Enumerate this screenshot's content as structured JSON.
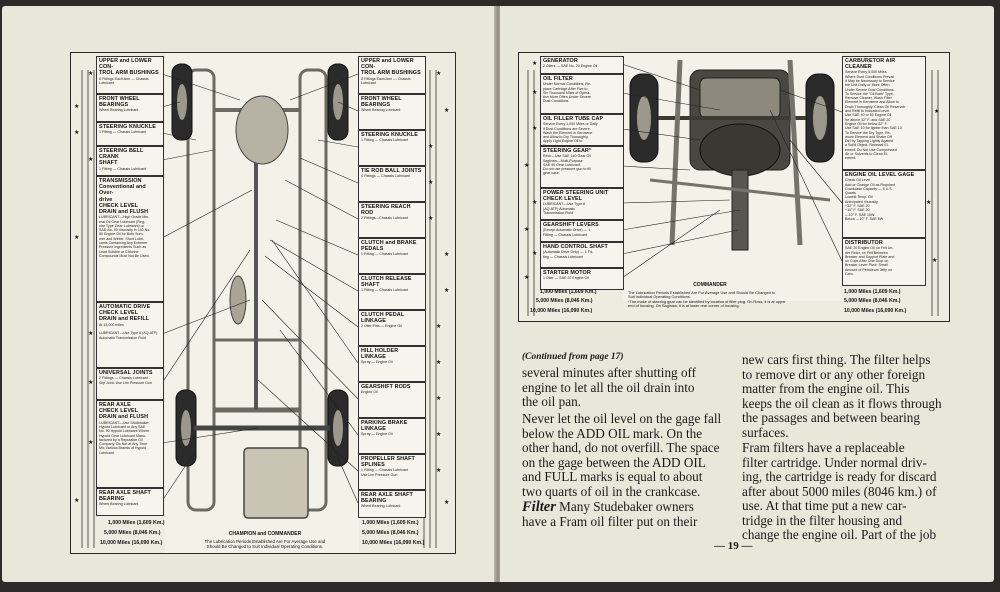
{
  "left_page": {
    "left_column": [
      {
        "title": "UPPER and LOWER CON-\nTROL ARM BUSHINGS",
        "desc": "8 Fittings Each Arm — Chassis\nLubricant"
      },
      {
        "title": "FRONT WHEEL BEARINGS",
        "desc": "Wheel Bearing Lubricant"
      },
      {
        "title": "STEERING KNUCKLE",
        "desc": "1 Fitting — Chassis Lubricant"
      },
      {
        "title": "STEERING BELL CRANK\nSHAFT",
        "desc": "1 Fitting — Chassis Lubricant"
      },
      {
        "title": "TRANSMISSION\nConventional and Over-\ndrive\nCHECK LEVEL\nDRAIN and FLUSH",
        "desc": "LUBRICANT—High Grade Min-\neral Oil Gear Lubricant (Reg-\nular Type Gear Lubricant) or\nSAE No. 90 Viscosity in 140 No.\n80 Engine Oil for Both Sum-\nmer and Winter. Short Lubri-\ncants Containing Any Extreme\nPressure Ingredients Such as\nLead Soluble or Chlorine\nCompounds Must Not Be Used."
      },
      {
        "title": "AUTOMATIC DRIVE\nCHECK LEVEL\nDRAIN and REFILL",
        "desc": "At 15,000 miles\n\nLUBRICANT—Use Type A (AQ-ATF)\nAutomatic Transmission Fluid"
      },
      {
        "title": "UNIVERSAL JOINTS",
        "desc": "2 Fittings — Chassis Lubricant\nSlip Joint: Use Lim Pressure Gun"
      },
      {
        "title": "REAR AXLE\nCHECK LEVEL\nDRAIN and FLUSH",
        "desc": "LUBRICANT—Use Studebaker\nHypoid Lubricant or Any SAE\nNo. 90 Hypoid Lubricant Where\nHypoid Gear Lubricant Manu-\nfactured by a Reputable Oil\nCompany. Do Not at Any Time\nMix Various Brands of Hypoid\nLubricant."
      },
      {
        "title": "REAR AXLE SHAFT BEARING",
        "desc": "Wheel Bearing Lubricant"
      }
    ],
    "right_column": [
      {
        "title": "UPPER and LOWER CON-\nTROL ARM BUSHINGS",
        "desc": "8 Fittings Each Arm — Chassis\nLubricant"
      },
      {
        "title": "FRONT WHEEL BEARINGS",
        "desc": "Wheel Bearing Lubricant"
      },
      {
        "title": "STEERING KNUCKLE",
        "desc": "1 Fitting — Chassis Lubricant"
      },
      {
        "title": "TIE ROD BALL JOINTS",
        "desc": "4 Fittings — Chassis Lubricant"
      },
      {
        "title": "STEERING REACH ROD",
        "desc": "2 Fittings—Chassis Lubricant"
      },
      {
        "title": "CLUTCH and BRAKE PEDALS",
        "desc": "1 Fitting — Chassis Lubricant"
      },
      {
        "title": "CLUTCH RELEASE SHAFT",
        "desc": "1 Fitting — Chassis Lubricant"
      },
      {
        "title": "CLUTCH PEDAL LINKAGE",
        "desc": "2 Oiler Pins — Engine Oil"
      },
      {
        "title": "HILL HOLDER LINKAGE",
        "desc": "Spray — Engine Oil"
      },
      {
        "title": "GEARSHIFT RODS",
        "desc": "Engine Oil"
      },
      {
        "title": "PARKING BRAKE LINKAGE",
        "desc": "Spray — Engine Oil"
      },
      {
        "title": "PROPELLER SHAFT SPLINES",
        "desc": "1 Fitting — Chassis Lubricant\nUse Lim Pressure Gun"
      },
      {
        "title": "REAR AXLE SHAFT BEARING",
        "desc": "Wheel Bearing Lubricant"
      }
    ],
    "miles": [
      "1,000 Miles (1,609 Km.)",
      "5,000 Miles (8,046 Km.)",
      "10,000 Miles (16,090 Km.)"
    ],
    "caption_title": "CHAMPION and COMMANDER",
    "caption": "The Lubrication Periods Established Are For Average Use and\nShould Be Changed to Suit Individual Operating Conditions."
  },
  "right_page": {
    "left_column": [
      {
        "title": "GENERATOR",
        "desc": "2 Oilers — SAE No. 20 Engine Oil"
      },
      {
        "title": "OIL FILTER",
        "desc": "Under Normal Conditions, Re-\nplace Cartridge After Five to\nSix Thousand Miles of Opera-\ntion More Often Under Severe\nDust Conditions"
      },
      {
        "title": "OIL FILLER TUBE CAP",
        "desc": "Service Every 1,000 Miles or Daily\nif Dust Conditions are Severe.\nWash the Element in Kerosene\nand Allow to Dry Thoroughly.\nApply Light Engine Oil to\nElement"
      },
      {
        "title": "STEERING GEAR*",
        "desc": "Recir—Use SAE 140 Gear Oil\nSagInaw—Multi-Purpose\nSAE 90 Gear Lubricant.\nDo not use pressure gun to fill\ngear case."
      },
      {
        "title": "POWER STEERING UNIT\nCHECK LEVEL",
        "desc": "LUBRICANT—Use Type A\n(AQ-ATF) Automatic\nTransmission Fluid"
      },
      {
        "title": "GEARSHIFT LEVERS",
        "desc": "(Except Automatic Drive) — 1\nFitting — Chassis Lubricant"
      },
      {
        "title": "HAND CONTROL SHAFT",
        "desc": "(Automatic Drive Only) — 1 Fit-\nting — Chassis Lubricant"
      },
      {
        "title": "STARTER MOTOR",
        "desc": "1 Oiler — SAE 20 Engine Oil"
      }
    ],
    "right_column": [
      {
        "title": "CARBURETOR AIR CLEANER",
        "desc": "Service Every 5,000 Miles.\nWhere Dust Conditions Prevail\nIt May be Necessary to Service\nthe Unit Daily or More Often\nUnder Severe Dust Conditions.\nTo Service the \"Oil Bath\" Type,\nRemove Cleaner, Wash Filter\nElement in Kerosene and Allow to\nDrain Thoroughly. Clean Oil Reservoir\nand Refill to Indicated Level.\nUse SAE 40 or 50 Engine Oil\nfor above 32° F. and SAE 20\nEngine Oil for below 32° F.\nUse SAE 10 for lighter than SAE 10.\nTo Service the Dry Type, Re-\nmove Element and Shake Off\nDirt by Tapping Lightly Against\na Solid Object. Renewal El-\nement. Do Not Use Compressed\nAir or Solvents to Clean El-\nement."
      },
      {
        "title": "ENGINE OIL LEVEL GAGE",
        "desc": "Check Oil Level\nAdd or Change Oil as Required\nCrankcase Capacity — 5 U.S.\nQuarts\nLowest Temp.    Oil\nAnticipated     Viscosity\n+32° F.         SAE 20\n+10° F.         SAE 20\n—10° F.         SAE 10W\nBelow —10° F.   SAE 5W"
      },
      {
        "title": "DISTRIBUTOR",
        "desc": "SAE 20 Engine Oil on Felt Un-\nder Rotor, on Felt Between\nBreaker and Support Plate and\non Cups After One Drop on\nBreaker Lever Pivot. Small\nAmount of Petroleum Jelly on\nCam."
      }
    ],
    "miles": [
      "1,000 Miles (1,609 Km.)",
      "5,000 Miles (8,046 Km.)",
      "10,000 Miles (16,090 Km.)"
    ],
    "caption_title": "COMMANDER",
    "caption": "The Lubrication Periods Established Are For Average Use and Should Be Changed to\nSuit Individual Operating Conditions.\n*The make of steering gear can be identified by location of filler plug. On Ross, it is at upper\nend of housing. On Saginaw, it is at lower rear corner of housing."
  },
  "article": {
    "continued": "(Continued from page 17)",
    "col1_para1": "several minutes after shutting off\nengine to let all the oil drain into\nthe oil pan.",
    "col1_para2": "Never let the oil level on the gage fall\nbelow the ADD OIL mark. On the\nother hand, do not overfill. The space\non the gage between the ADD OIL\nand FULL marks is equal to about\ntwo quarts of oil in the crankcase.",
    "filter_head": "Filter",
    "col1_para3_first": "  Many Studebaker owners",
    "col1_para3_rest": "have a Fram oil filter put on their",
    "col2_para1": "new cars first thing. The filter helps\nto remove dirt or any other foreign\nmatter from the engine oil. This\nkeeps the oil clean as it flows through\nthe passages and between bearing\nsurfaces.",
    "col2_para2": "Fram filters have a replaceable\nfilter cartridge. Under normal driv-\ning, the cartridge is ready for discard\nafter about 5000 miles (8046 km.) of\nuse. At that time put a new car-\ntridge in the filter housing and\nchange the engine oil. Part of the job",
    "page_number": "— 19 —"
  },
  "star_glyph": "★"
}
